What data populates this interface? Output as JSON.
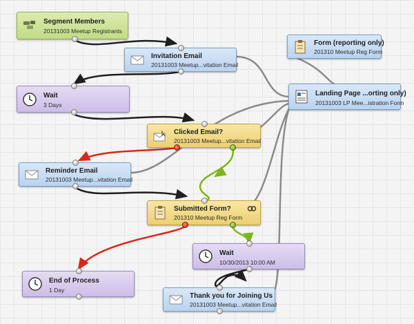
{
  "colors": {
    "line": "#1f1f1f",
    "yes": "#7bb51b",
    "no": "#d8271a",
    "gray": "#8a8a8a"
  },
  "nodes": {
    "segment": {
      "title": "Segment Members",
      "sub": "20131003 Meetup Registrants",
      "icon": "people-icon"
    },
    "invite": {
      "title": "Invitation Email",
      "sub": "20131003 Meetup...vitation Email",
      "icon": "envelope-icon"
    },
    "wait1": {
      "title": "Wait",
      "sub": "3 Days",
      "icon": "clock-icon"
    },
    "form": {
      "title": "Form (reporting only)",
      "sub": "201310 Meetup Reg Form",
      "icon": "form-icon"
    },
    "landing": {
      "title": "Landing Page ...orting only)",
      "sub": "20131003 LP Mee...istration Form",
      "icon": "landing-page-icon"
    },
    "clicked": {
      "title": "Clicked Email?",
      "sub": "20131003 Meetup...vitation Email",
      "icon": "clicked-email-icon"
    },
    "reminder": {
      "title": "Reminder Email",
      "sub": "20131003 Meetup...vitation Email",
      "icon": "envelope-icon"
    },
    "submitted": {
      "title": "Submitted Form?",
      "sub": "201310 Meetup Reg Form",
      "icon": "form-icon"
    },
    "wait2": {
      "title": "Wait",
      "sub": "10/30/2013 10:00 AM",
      "icon": "clock-icon"
    },
    "end": {
      "title": "End of Process",
      "sub": "1 Day",
      "icon": "clock-icon"
    },
    "thankyou": {
      "title": "Thank you for Joining Us",
      "sub": "20131003 Meetup...vitation Email",
      "icon": "envelope-icon"
    }
  }
}
